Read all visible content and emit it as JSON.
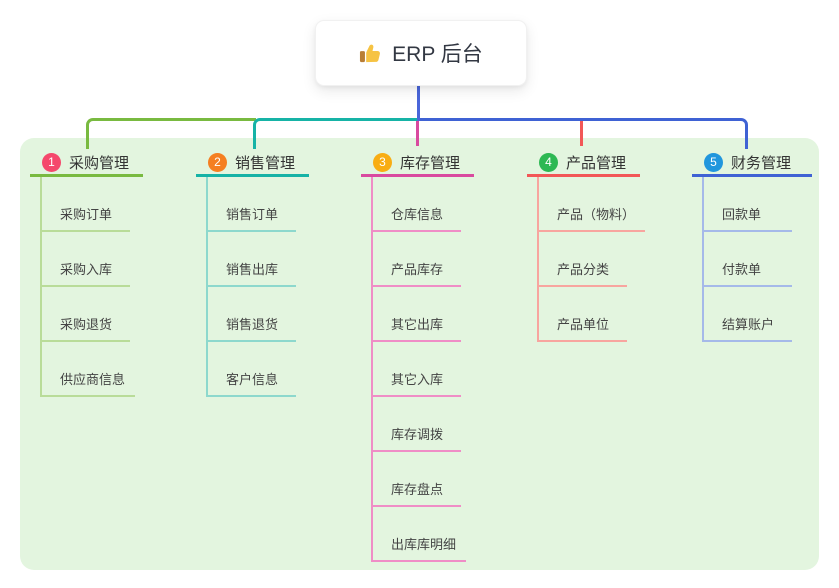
{
  "root": {
    "label": "ERP 后台",
    "icon": "thumbs-up-icon"
  },
  "colors": {
    "background": "#ffffff",
    "panel": "#e3f5df",
    "root_line": "#4a66da",
    "root_text": "#333843",
    "title_text": "#333333",
    "child_text": "#444444"
  },
  "branches": [
    {
      "num": "1",
      "title": "采购管理",
      "color": "#79ba40",
      "light": "#b9dc99",
      "icon_color": "#f5486c",
      "children": [
        "采购订单",
        "采购入库",
        "采购退货",
        "供应商信息"
      ]
    },
    {
      "num": "2",
      "title": "销售管理",
      "color": "#16b3a6",
      "light": "#8dd8cd",
      "icon_color": "#f57f21",
      "children": [
        "销售订单",
        "销售出库",
        "销售退货",
        "客户信息"
      ]
    },
    {
      "num": "3",
      "title": "库存管理",
      "color": "#d94a9f",
      "light": "#ef8dc6",
      "icon_color": "#f8ad13",
      "children": [
        "仓库信息",
        "产品库存",
        "其它出库",
        "其它入库",
        "库存调拨",
        "库存盘点",
        "出库库明细"
      ]
    },
    {
      "num": "4",
      "title": "产品管理",
      "color": "#f25757",
      "light": "#f8a59f",
      "icon_color": "#2db853",
      "children": [
        "产品（物料）",
        "产品分类",
        "产品单位"
      ]
    },
    {
      "num": "5",
      "title": "财务管理",
      "color": "#3f62d4",
      "light": "#a5b9e9",
      "icon_color": "#2196dd",
      "children": [
        "回款单",
        "付款单",
        "结算账户"
      ]
    }
  ]
}
